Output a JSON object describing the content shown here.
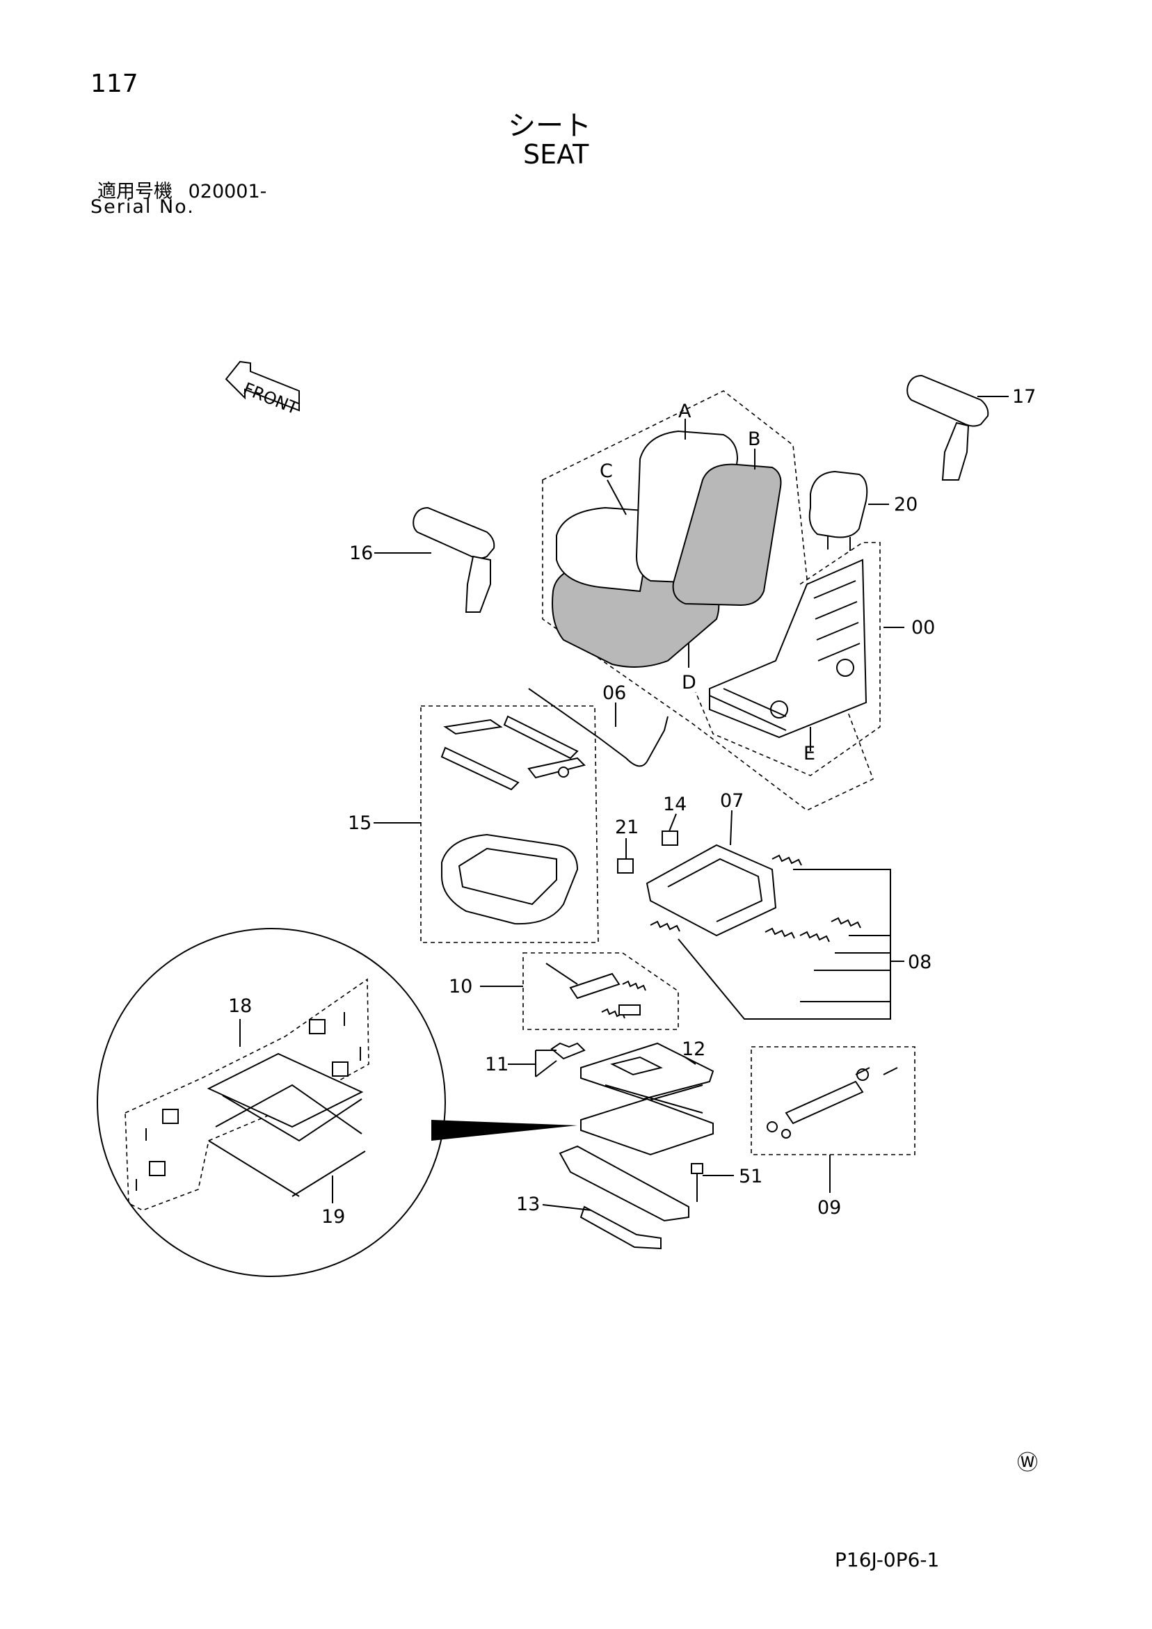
{
  "page": {
    "number": "117",
    "title_jp": "シート",
    "title_en": "SEAT",
    "serial_label_jp": "適用号機",
    "serial_value": "020001-",
    "serial_label_en": "Serial No.",
    "watermark": "Ⓦ",
    "code": "P16J-0P6-1"
  },
  "diagram": {
    "front_label": "FRONT",
    "callouts": {
      "A": "A",
      "B": "B",
      "C": "C",
      "D": "D",
      "E": "E",
      "p00": "00",
      "p06": "06",
      "p07": "07",
      "p08": "08",
      "p09": "09",
      "p10": "10",
      "p11": "11",
      "p12": "12",
      "p13": "13",
      "p14": "14",
      "p15": "15",
      "p16": "16",
      "p17": "17",
      "p18": "18",
      "p19": "19",
      "p20": "20",
      "p21": "21",
      "p51": "51"
    }
  }
}
